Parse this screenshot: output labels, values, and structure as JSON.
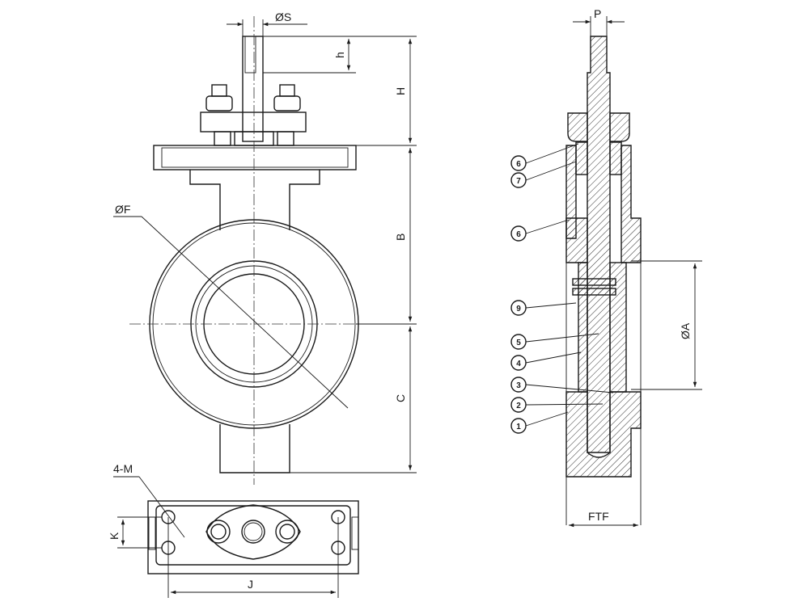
{
  "drawing": {
    "title": "Butterfly valve dimension drawing",
    "front_view": {
      "dimension_labels": {
        "stem_diameter": "ØS",
        "flat_height": "h",
        "top_height": "H",
        "upper_height": "B",
        "lower_height": "C",
        "flange_diameter": "ØF"
      }
    },
    "bottom_view": {
      "dimension_labels": {
        "bolt_holes": "4-M",
        "hole_spacing_vertical": "K",
        "hole_spacing_horizontal": "J"
      }
    },
    "section_view": {
      "dimension_labels": {
        "stem_width": "P",
        "bore_diameter": "ØA",
        "face_to_face": "FTF"
      },
      "part_balloons": [
        "6",
        "7",
        "6",
        "9",
        "5",
        "4",
        "3",
        "2",
        "1"
      ]
    }
  }
}
